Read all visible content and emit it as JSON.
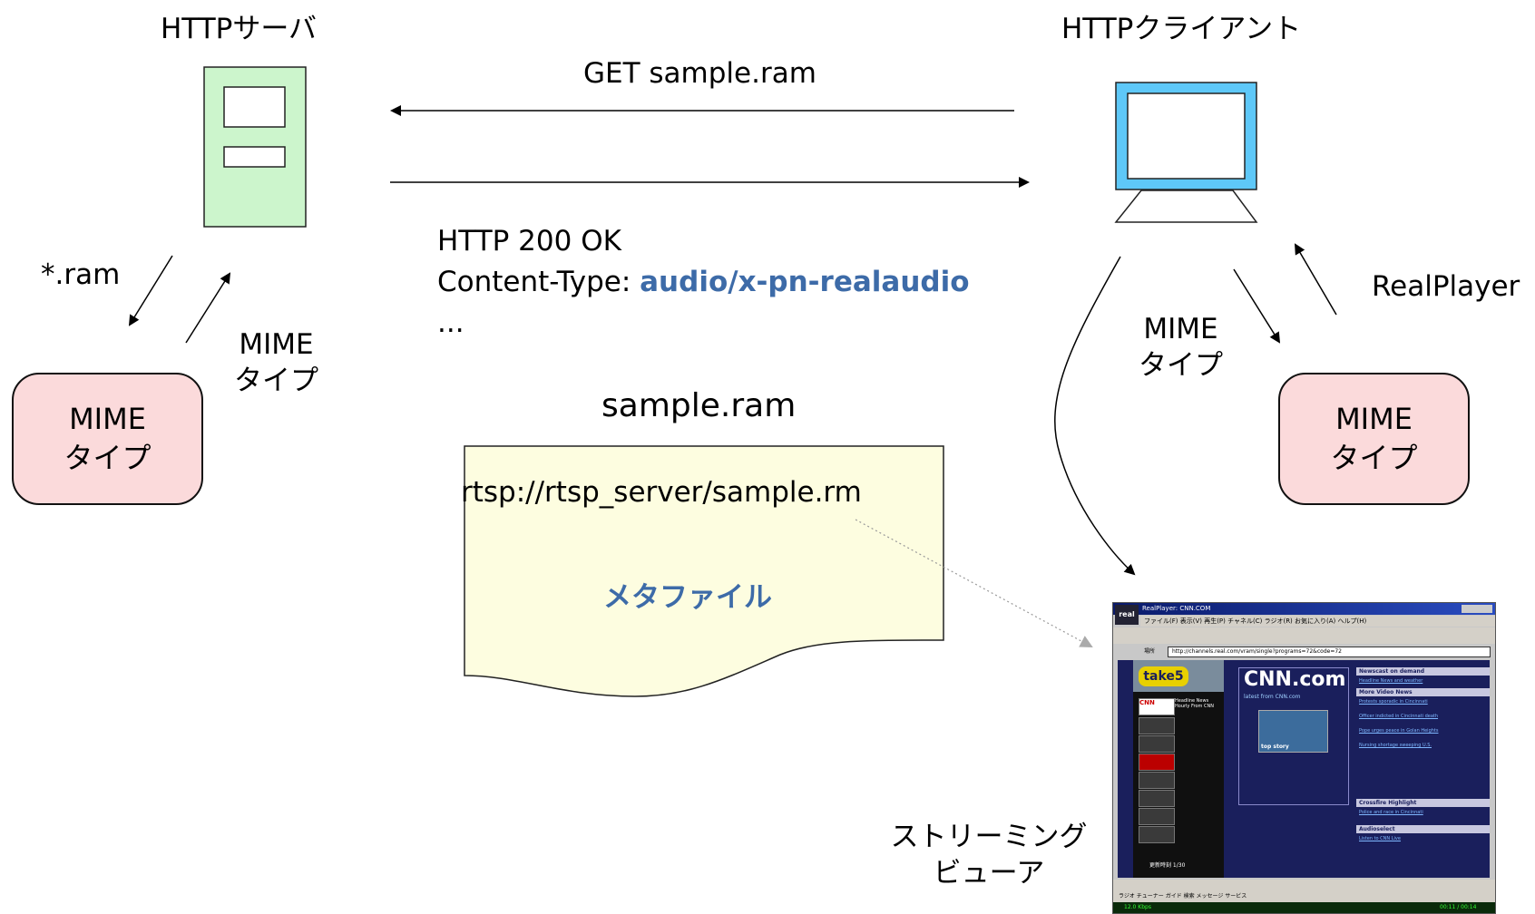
{
  "server": {
    "title": "HTTPサーバ"
  },
  "client": {
    "title": "HTTPクライアント"
  },
  "request": {
    "label": "GET sample.ram"
  },
  "response": {
    "status": "HTTP 200 OK",
    "content_type_key": "Content-Type:",
    "content_type_value": "audio/x-pn-realaudio",
    "ellipsis": "..."
  },
  "server_side": {
    "ext_label": "*.ram",
    "mime_arrow_label_line1": "MIME",
    "mime_arrow_label_line2": "タイプ",
    "mime_box_line1": "MIME",
    "mime_box_line2": "タイプ"
  },
  "client_side": {
    "mime_arrow_label_line1": "MIME",
    "mime_arrow_label_line2": "タイプ",
    "realplayer_label": "RealPlayer",
    "mime_box_line1": "MIME",
    "mime_box_line2": "タイプ"
  },
  "metafile": {
    "filename": "sample.ram",
    "url": "rtsp://rtsp_server/sample.rm",
    "label": "メタファイル"
  },
  "viewer": {
    "label_line1": "ストリーミング",
    "label_line2": "ビューア"
  },
  "colors": {
    "server_fill": "#ccf5cc",
    "monitor_frame": "#5ec8f8",
    "mime_box_fill": "#fbdadb",
    "metafile_fill": "#fdfde0",
    "accent_blue": "#3d6ba8"
  },
  "realplayer_window": {
    "title": "RealPlayer: CNN.COM",
    "logo": "real",
    "menu": "ファイル(F)  表示(V)  再生(P)  チャネル(C)  ラジオ(R)  お気に入り(A)  ヘルプ(H)",
    "address_label": "場所",
    "address": "http://channels.real.com/vram/single?programs=72&code=72",
    "take5": "take5",
    "cnn_logo": "CNN.com",
    "cnn_sub": "latest from CNN.com",
    "topstory": "top story",
    "headline_text": "Headline News Hourly From CNN",
    "sections": [
      {
        "header": "Newscast on demand",
        "links": [
          "Headline News and weather"
        ]
      },
      {
        "header": "More Video News",
        "links": [
          "Protests sporadic in Cincinnati",
          "Officer indicted in Cincinnati death",
          "Pope urges peace in Golan Heights",
          "Nursing shortage sweeping U.S."
        ]
      },
      {
        "header": "Crossfire Highlight",
        "links": [
          "Police and race in Cincinnati"
        ]
      },
      {
        "header": "Audioselect",
        "links": [
          "Listen to CNN Live"
        ]
      }
    ],
    "update_time": "更新時刻 1/30",
    "bottom_bar": "ラジオ チューナー   ガイド   検索   メッセージ サービス",
    "status_left": "12.0 Kbps",
    "status_right": "00:11 / 00:14"
  }
}
